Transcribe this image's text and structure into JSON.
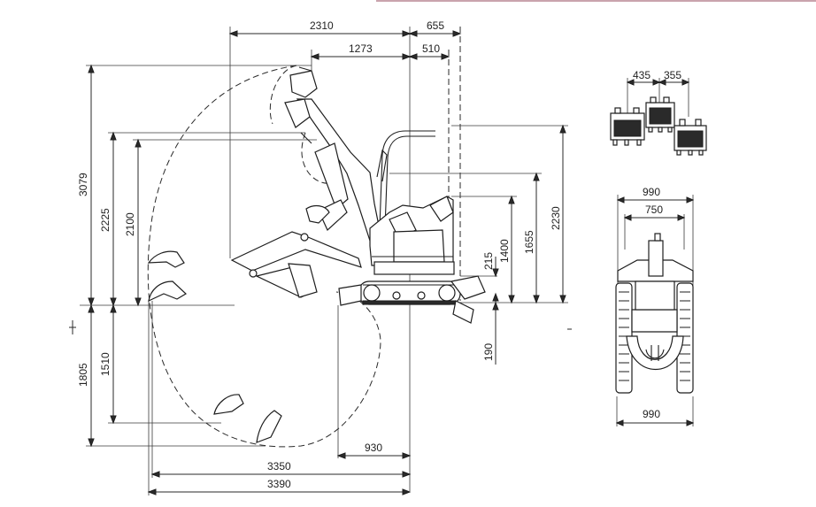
{
  "dimensions": {
    "side_view": {
      "top_2310": "2310",
      "top_655": "655",
      "top_1273": "1273",
      "top_510": "510",
      "left_3079": "3079",
      "left_2225": "2225",
      "left_2100": "2100",
      "left_1805": "1805",
      "left_1510": "1510",
      "right_215": "215",
      "right_1400": "1400",
      "right_1655": "1655",
      "right_2230": "2230",
      "right_190": "190",
      "bottom_930": "930",
      "bottom_3350": "3350",
      "bottom_3390": "3390"
    },
    "bucket_view": {
      "w_435": "435",
      "w_355": "355"
    },
    "front_view": {
      "top_990": "990",
      "top_750": "750",
      "bottom_990": "990"
    }
  },
  "colors": {
    "line": "#2a2a2a",
    "background": "#ffffff",
    "accent_bar": "#c9a3ad"
  }
}
